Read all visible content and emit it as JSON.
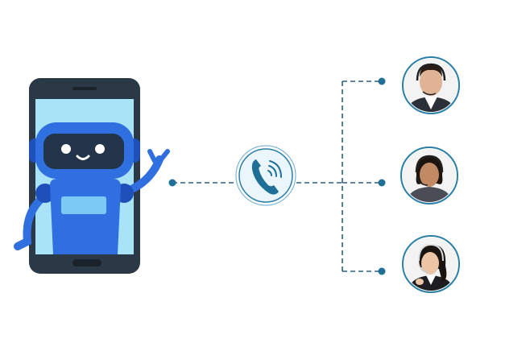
{
  "colors": {
    "line": "#2e5f7f",
    "dot": "#1f6f96",
    "phone_frame": "#2b3845",
    "phone_screen": "#a9e3f7",
    "robot_blue": "#2f6fe0",
    "robot_dark": "#1f4fb8",
    "robot_face": "#22344a",
    "call_icon": "#1f6f96",
    "call_bg": "#eaf6fb",
    "avatar_ring": "#2b7fa6"
  },
  "nodes": {
    "bot": {
      "icon": "chatbot-robot-on-phone-icon"
    },
    "call": {
      "icon": "phone-call-icon"
    },
    "agents": [
      {
        "icon": "male-agent-headset-avatar"
      },
      {
        "icon": "female-agent-headset-avatar"
      },
      {
        "icon": "female-agent-headset-avatar"
      }
    ]
  }
}
